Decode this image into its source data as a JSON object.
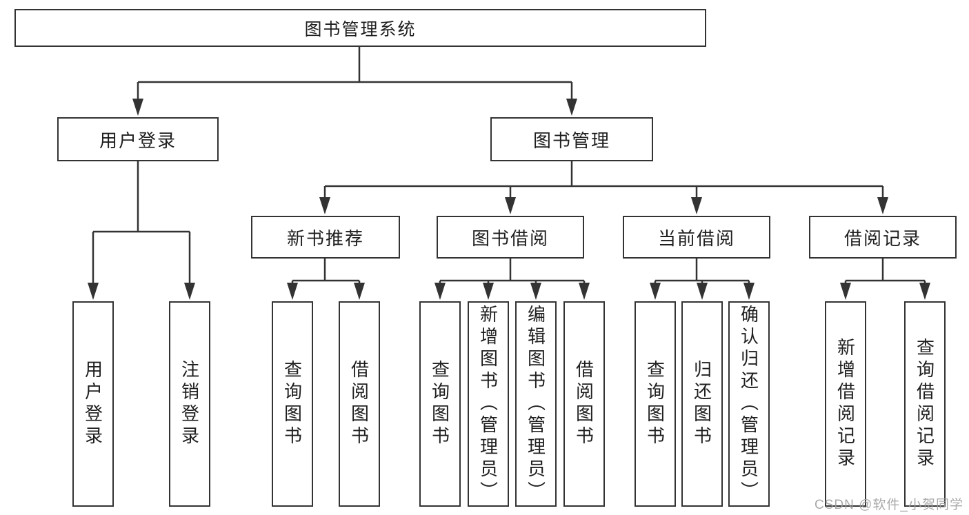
{
  "tree": {
    "root": {
      "label": "图书管理系统"
    },
    "children": [
      {
        "label": "用户登录",
        "children": [
          {
            "label": "用户登录"
          },
          {
            "label": "注销登录"
          }
        ]
      },
      {
        "label": "图书管理",
        "children": [
          {
            "label": "新书推荐",
            "children": [
              {
                "label": "查询图书"
              },
              {
                "label": "借阅图书"
              }
            ]
          },
          {
            "label": "图书借阅",
            "children": [
              {
                "label": "查询图书"
              },
              {
                "label": "新增图书（管理员）"
              },
              {
                "label": "编辑图书（管理员）"
              },
              {
                "label": "借阅图书"
              }
            ]
          },
          {
            "label": "当前借阅",
            "children": [
              {
                "label": "查询图书"
              },
              {
                "label": "归还图书"
              },
              {
                "label": "确认归还（管理员）"
              }
            ]
          },
          {
            "label": "借阅记录",
            "children": [
              {
                "label": "新增借阅记录"
              },
              {
                "label": "查询借阅记录"
              }
            ]
          }
        ]
      }
    ]
  },
  "watermark": "CSDN @软件_小贺同学",
  "colors": {
    "line": "#333333",
    "text": "#1f1f1f",
    "watermark": "#a0a0a0",
    "background": "#ffffff"
  }
}
